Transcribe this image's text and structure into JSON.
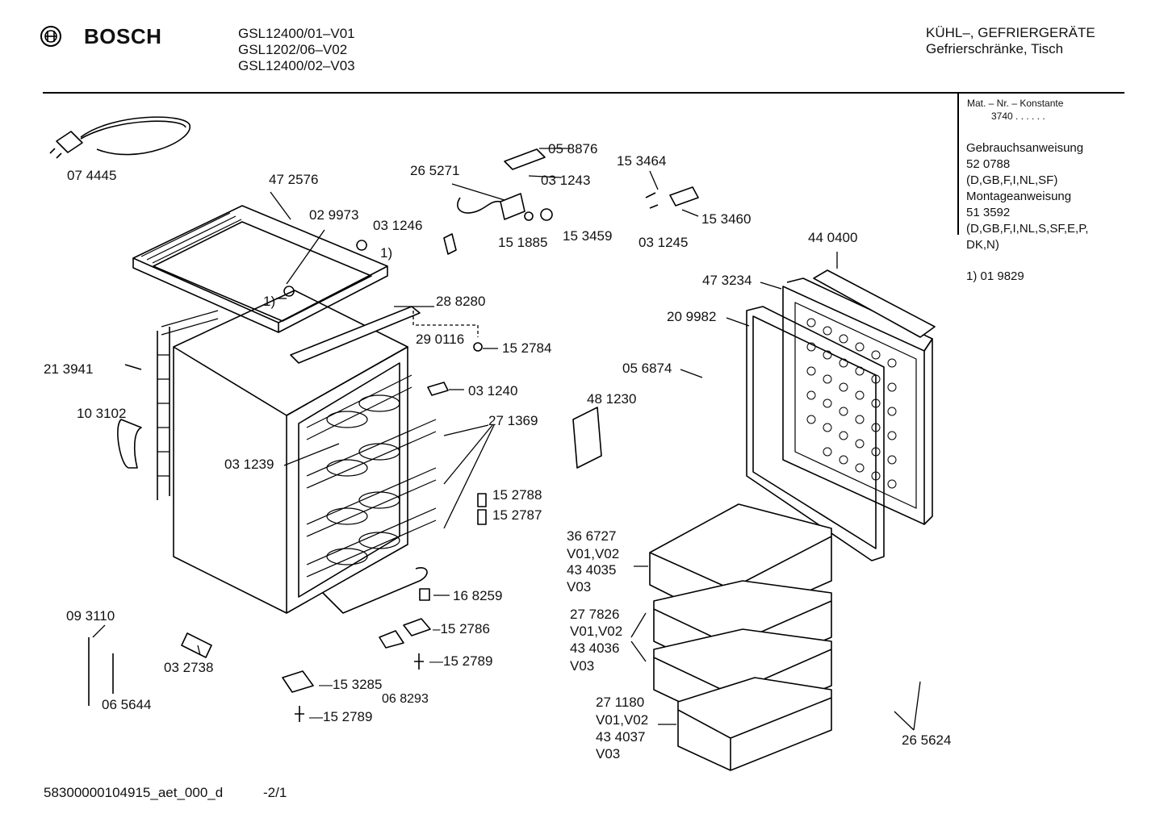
{
  "header": {
    "brand": "BOSCH",
    "models": [
      "GSL12400/01–V01",
      "GSL1202/06–V02",
      "GSL12400/02–V03"
    ],
    "category_line1": "KÜHL–, GEFRIERGERÄTE",
    "category_line2": "Gefrierschränke, Tisch"
  },
  "sidebar": {
    "mat_label": "Mat. – Nr. – Konstante",
    "mat_value": "3740  .  .  .  .  .  .",
    "lines": [
      "Gebrauchsanweisung",
      "52 0788",
      "(D,GB,F,I,NL,SF)",
      "Montageanweisung",
      "51 3592",
      "(D,GB,F,I,NL,S,SF,E,P,",
      "DK,N)"
    ],
    "footnote": "1)  01 9829"
  },
  "parts": [
    "07 4445",
    "47 2576",
    "02 9973",
    "1)",
    "1)",
    "26 5271",
    "05 8876",
    "03 1243",
    "03 1246",
    "15 1885",
    "15 3459",
    "15 3464",
    "15 3460",
    "03 1245",
    "44 0400",
    "47 3234",
    "20 9982",
    "28 8280",
    "29 0116",
    "15 2784",
    "21 3941",
    "05 6874",
    "03 1240",
    "48 1230",
    "10 3102",
    "27 1369",
    "03 1239",
    "15 2788",
    "15 2787",
    "36 6727",
    "V01,V02",
    "43 4035",
    "V03",
    "16 8259",
    "09 3110",
    "–15 2786",
    "27 7826",
    "V01,V02",
    "43 4036",
    "V03",
    "03 2738",
    "—15 2789",
    "—15 3285",
    "06 5644",
    "06 8293",
    "—15 2789",
    "27 1180",
    "V01,V02",
    "43 4037",
    "V03",
    "26 5624"
  ],
  "footer": {
    "doc_id": "58300000104915_aet_000_d",
    "page": "-2/1"
  }
}
